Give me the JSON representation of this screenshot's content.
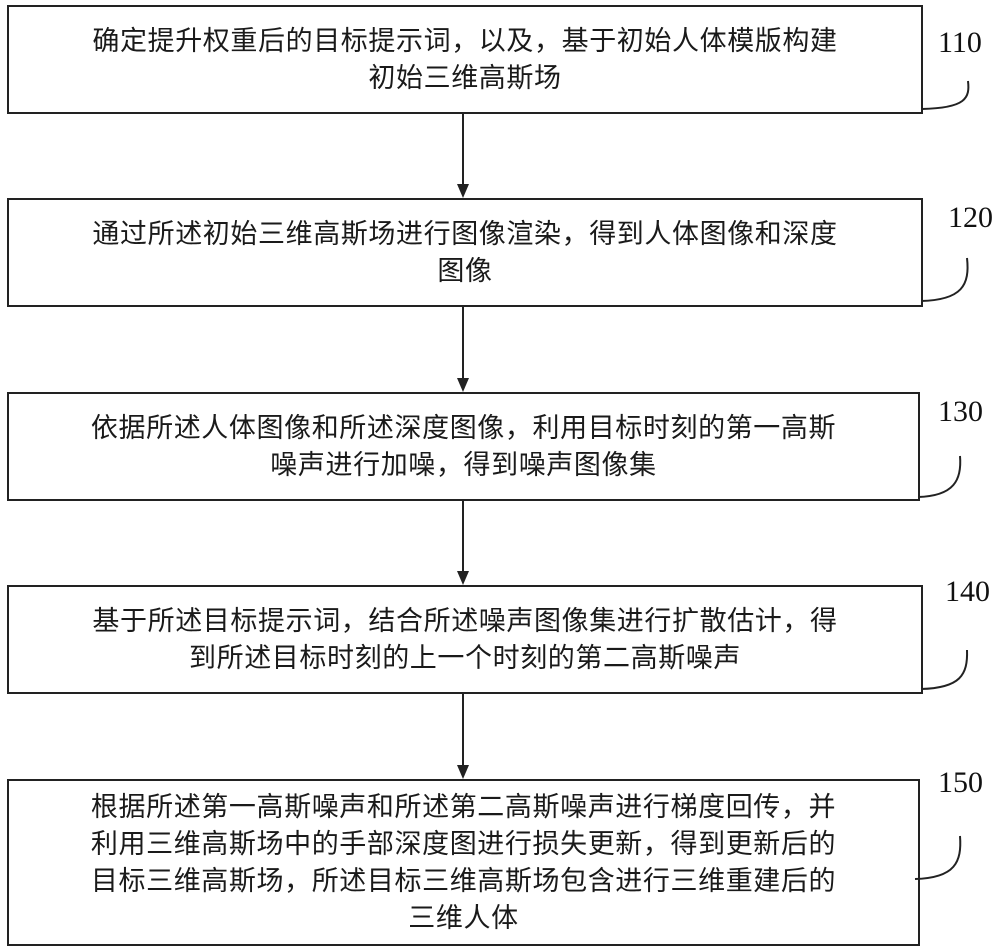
{
  "diagram": {
    "type": "flowchart",
    "steps": [
      {
        "number": "110",
        "lines": [
          "确定提升权重后的目标提示词，以及，基于初始人体模版构建",
          "初始三维高斯场"
        ]
      },
      {
        "number": "120",
        "lines": [
          "通过所述初始三维高斯场进行图像渲染，得到人体图像和深度",
          "图像"
        ]
      },
      {
        "number": "130",
        "lines": [
          "依据所述人体图像和所述深度图像，利用目标时刻的第一高斯",
          "噪声进行加噪，得到噪声图像集"
        ]
      },
      {
        "number": "140",
        "lines": [
          "基于所述目标提示词，结合所述噪声图像集进行扩散估计，得",
          "到所述目标时刻的上一个时刻的第二高斯噪声"
        ]
      },
      {
        "number": "150",
        "lines": [
          "根据所述第一高斯噪声和所述第二高斯噪声进行梯度回传，并",
          "利用三维高斯场中的手部深度图进行损失更新，得到更新后的",
          "目标三维高斯场，所述目标三维高斯场包含进行三维重建后的",
          "三维人体"
        ]
      }
    ],
    "edges": [
      {
        "from": "110",
        "to": "120"
      },
      {
        "from": "120",
        "to": "130"
      },
      {
        "from": "130",
        "to": "140"
      },
      {
        "from": "140",
        "to": "150"
      }
    ],
    "line_color": "#222222"
  }
}
